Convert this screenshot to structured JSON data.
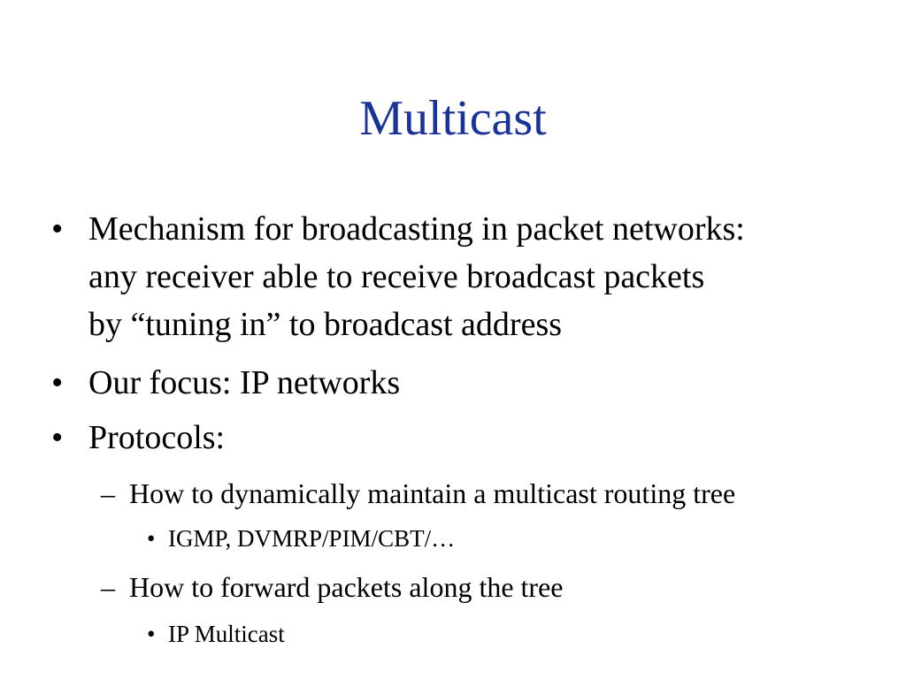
{
  "slide": {
    "title": "Multicast",
    "title_color": "#1a3399",
    "bullets": [
      {
        "marker": "•",
        "lines": [
          "Mechanism for broadcasting in packet networks:",
          "any receiver able to receive broadcast packets",
          "by “tuning in” to broadcast address"
        ]
      },
      {
        "marker": "•",
        "lines": [
          "Our focus: IP networks"
        ]
      },
      {
        "marker": "•",
        "lines": [
          "Protocols:"
        ],
        "sub": [
          {
            "marker": "–",
            "text": "How to dynamically maintain a multicast routing tree",
            "sub": [
              {
                "marker": "•",
                "text": "IGMP, DVMRP/PIM/CBT/…"
              }
            ]
          },
          {
            "marker": "–",
            "text": "How to forward packets along the tree",
            "sub": [
              {
                "marker": "•",
                "text": "IP Multicast"
              }
            ]
          }
        ]
      }
    ]
  }
}
